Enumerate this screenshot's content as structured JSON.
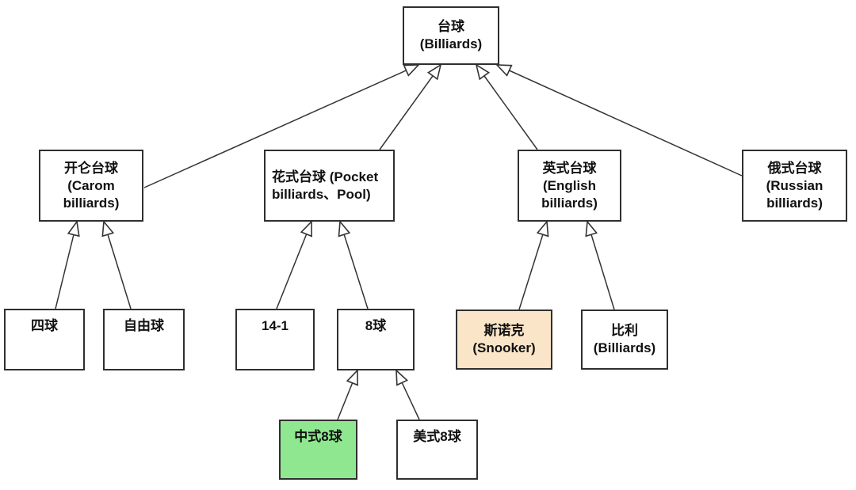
{
  "diagram": {
    "type": "tree",
    "description_root": "台球 (Billiards)"
  },
  "colors": {
    "background": "#ffffff",
    "node_fill_default": "#ffffff",
    "node_border": "#2f2f2f",
    "edge_line": "#333333",
    "arrowhead_fill": "#ffffff",
    "highlight_orange": "#fae5c8",
    "highlight_green": "#8fe88f",
    "text": "#111111"
  },
  "nodes": {
    "billiards": {
      "label": "台球\n(Billiards)",
      "fill": "#ffffff"
    },
    "carom": {
      "label": "开仑台球\n(Carom\nbilliards)",
      "fill": "#ffffff"
    },
    "pocket": {
      "label": "花式台球 (Pocket\nbilliards、Pool)",
      "fill": "#ffffff"
    },
    "english": {
      "label": "英式台球\n(English\nbilliards)",
      "fill": "#ffffff"
    },
    "russian": {
      "label": "俄式台球\n(Russian\nbilliards)",
      "fill": "#ffffff"
    },
    "four_ball": {
      "label": "四球",
      "fill": "#ffffff"
    },
    "free_ball": {
      "label": "自由球",
      "fill": "#ffffff"
    },
    "fourteen_one": {
      "label": "14-1",
      "fill": "#ffffff"
    },
    "eight_ball": {
      "label": "8球",
      "fill": "#ffffff"
    },
    "snooker": {
      "label": "斯诺克\n(Snooker)",
      "fill": "#fae5c8"
    },
    "billi": {
      "label": "比利\n(Billiards)",
      "fill": "#ffffff"
    },
    "chinese_eight": {
      "label": "中式8球",
      "fill": "#8fe88f"
    },
    "american_eight": {
      "label": "美式8球",
      "fill": "#ffffff"
    }
  },
  "edges": [
    {
      "child": "carom",
      "parent": "billiards"
    },
    {
      "child": "pocket",
      "parent": "billiards"
    },
    {
      "child": "english",
      "parent": "billiards"
    },
    {
      "child": "russian",
      "parent": "billiards"
    },
    {
      "child": "four_ball",
      "parent": "carom"
    },
    {
      "child": "free_ball",
      "parent": "carom"
    },
    {
      "child": "fourteen_one",
      "parent": "pocket"
    },
    {
      "child": "eight_ball",
      "parent": "pocket"
    },
    {
      "child": "snooker",
      "parent": "english"
    },
    {
      "child": "billi",
      "parent": "english"
    },
    {
      "child": "chinese_eight",
      "parent": "eight_ball"
    },
    {
      "child": "american_eight",
      "parent": "eight_ball"
    }
  ]
}
